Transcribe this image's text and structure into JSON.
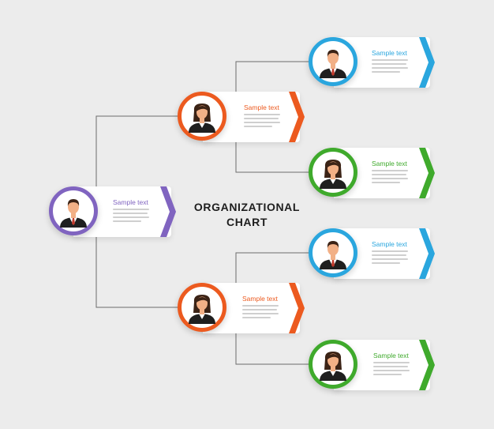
{
  "heading": {
    "line1": "ORGANIZATIONAL",
    "line2": "CHART"
  },
  "colors": {
    "background": "#ececec",
    "purple": "#8064c0",
    "orange": "#ec5a1f",
    "blue": "#2aa6de",
    "green": "#3faa2c",
    "connector": "#6d6d6d"
  },
  "nodes": [
    {
      "id": "ceo",
      "title": "Sample text",
      "color": "purple",
      "avatar": "man-avatar-icon"
    },
    {
      "id": "manager-1",
      "title": "Sample text",
      "color": "orange",
      "avatar": "woman-avatar-icon"
    },
    {
      "id": "manager-2",
      "title": "Sample text",
      "color": "orange",
      "avatar": "woman-avatar-icon"
    },
    {
      "id": "staff-1",
      "title": "Sample text",
      "color": "blue",
      "avatar": "man-avatar-icon"
    },
    {
      "id": "staff-2",
      "title": "Sample text",
      "color": "green",
      "avatar": "woman-avatar-icon"
    },
    {
      "id": "staff-3",
      "title": "Sample text",
      "color": "blue",
      "avatar": "man-avatar-icon"
    },
    {
      "id": "staff-4",
      "title": "Sample text",
      "color": "green",
      "avatar": "woman-avatar-icon"
    }
  ],
  "edges": [
    [
      "ceo",
      "manager-1"
    ],
    [
      "ceo",
      "manager-2"
    ],
    [
      "manager-1",
      "staff-1"
    ],
    [
      "manager-1",
      "staff-2"
    ],
    [
      "manager-2",
      "staff-3"
    ],
    [
      "manager-2",
      "staff-4"
    ]
  ]
}
